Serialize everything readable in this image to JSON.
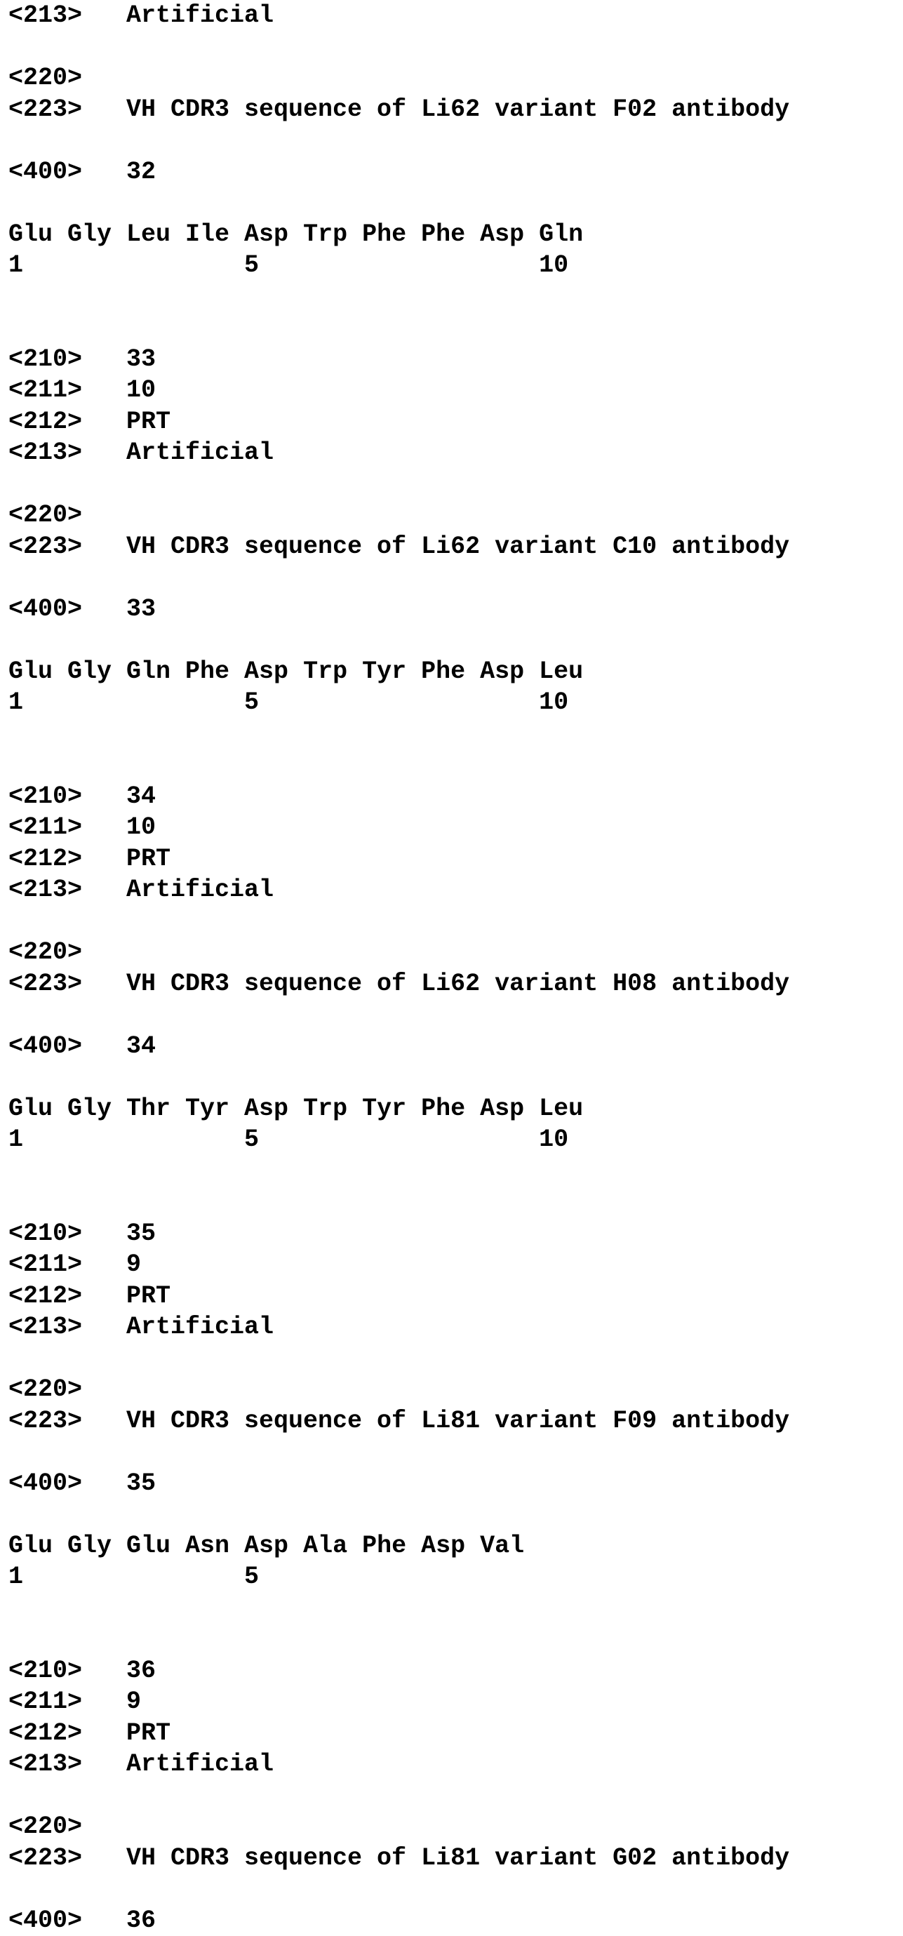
{
  "lines": [
    {
      "tag": "<213>",
      "text": "Artificial"
    },
    {
      "tag": "",
      "text": ""
    },
    {
      "tag": "<220>",
      "text": ""
    },
    {
      "tag": "<223>",
      "text": "VH CDR3 sequence of Li62 variant F02 antibody"
    },
    {
      "tag": "",
      "text": ""
    },
    {
      "tag": "<400>",
      "text": "32"
    },
    {
      "tag": "",
      "text": ""
    },
    {
      "tag": "",
      "text": "Glu Gly Leu Ile Asp Trp Phe Phe Asp Gln"
    },
    {
      "tag": "",
      "text": "1               5                   10"
    },
    {
      "tag": "",
      "text": ""
    },
    {
      "tag": "",
      "text": ""
    },
    {
      "tag": "<210>",
      "text": "33"
    },
    {
      "tag": "<211>",
      "text": "10"
    },
    {
      "tag": "<212>",
      "text": "PRT"
    },
    {
      "tag": "<213>",
      "text": "Artificial"
    },
    {
      "tag": "",
      "text": ""
    },
    {
      "tag": "<220>",
      "text": ""
    },
    {
      "tag": "<223>",
      "text": "VH CDR3 sequence of Li62 variant C10 antibody"
    },
    {
      "tag": "",
      "text": ""
    },
    {
      "tag": "<400>",
      "text": "33"
    },
    {
      "tag": "",
      "text": ""
    },
    {
      "tag": "",
      "text": "Glu Gly Gln Phe Asp Trp Tyr Phe Asp Leu"
    },
    {
      "tag": "",
      "text": "1               5                   10"
    },
    {
      "tag": "",
      "text": ""
    },
    {
      "tag": "",
      "text": ""
    },
    {
      "tag": "<210>",
      "text": "34"
    },
    {
      "tag": "<211>",
      "text": "10"
    },
    {
      "tag": "<212>",
      "text": "PRT"
    },
    {
      "tag": "<213>",
      "text": "Artificial"
    },
    {
      "tag": "",
      "text": ""
    },
    {
      "tag": "<220>",
      "text": ""
    },
    {
      "tag": "<223>",
      "text": "VH CDR3 sequence of Li62 variant H08 antibody"
    },
    {
      "tag": "",
      "text": ""
    },
    {
      "tag": "<400>",
      "text": "34"
    },
    {
      "tag": "",
      "text": ""
    },
    {
      "tag": "",
      "text": "Glu Gly Thr Tyr Asp Trp Tyr Phe Asp Leu"
    },
    {
      "tag": "",
      "text": "1               5                   10"
    },
    {
      "tag": "",
      "text": ""
    },
    {
      "tag": "",
      "text": ""
    },
    {
      "tag": "<210>",
      "text": "35"
    },
    {
      "tag": "<211>",
      "text": "9"
    },
    {
      "tag": "<212>",
      "text": "PRT"
    },
    {
      "tag": "<213>",
      "text": "Artificial"
    },
    {
      "tag": "",
      "text": ""
    },
    {
      "tag": "<220>",
      "text": ""
    },
    {
      "tag": "<223>",
      "text": "VH CDR3 sequence of Li81 variant F09 antibody"
    },
    {
      "tag": "",
      "text": ""
    },
    {
      "tag": "<400>",
      "text": "35"
    },
    {
      "tag": "",
      "text": ""
    },
    {
      "tag": "",
      "text": "Glu Gly Glu Asn Asp Ala Phe Asp Val"
    },
    {
      "tag": "",
      "text": "1               5"
    },
    {
      "tag": "",
      "text": ""
    },
    {
      "tag": "",
      "text": ""
    },
    {
      "tag": "<210>",
      "text": "36"
    },
    {
      "tag": "<211>",
      "text": "9"
    },
    {
      "tag": "<212>",
      "text": "PRT"
    },
    {
      "tag": "<213>",
      "text": "Artificial"
    },
    {
      "tag": "",
      "text": ""
    },
    {
      "tag": "<220>",
      "text": ""
    },
    {
      "tag": "<223>",
      "text": "VH CDR3 sequence of Li81 variant G02 antibody"
    },
    {
      "tag": "",
      "text": ""
    },
    {
      "tag": "<400>",
      "text": "36"
    }
  ]
}
